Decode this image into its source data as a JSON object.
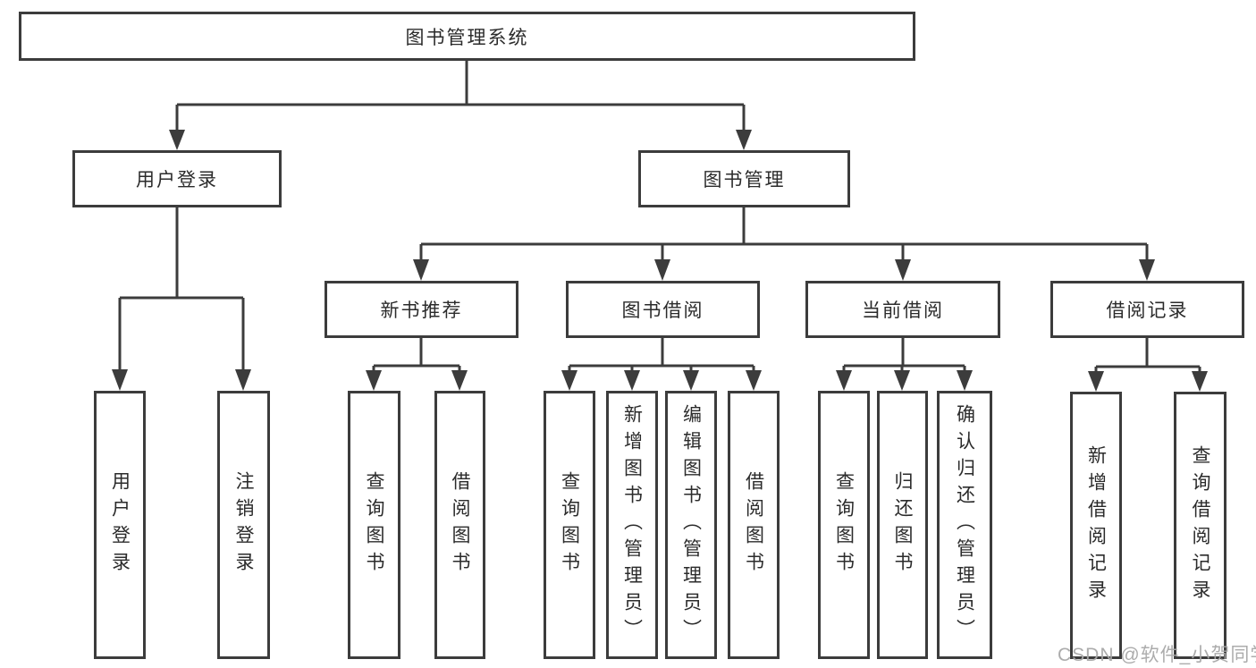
{
  "diagram": {
    "root": {
      "label": "图书管理系统"
    },
    "level2": [
      {
        "label": "用户登录"
      },
      {
        "label": "图书管理"
      }
    ],
    "level3": [
      {
        "label": "新书推荐"
      },
      {
        "label": "图书借阅"
      },
      {
        "label": "当前借阅"
      },
      {
        "label": "借阅记录"
      }
    ],
    "leaves": {
      "user": [
        "用户登录",
        "注销登录"
      ],
      "recommend": [
        "查询图书",
        "借阅图书"
      ],
      "borrow": [
        "查询图书",
        "新增图书（管理员）",
        "编辑图书（管理员）",
        "借阅图书"
      ],
      "current": [
        "查询图书",
        "归还图书",
        "确认归还（管理员）"
      ],
      "records": [
        "新增借阅记录",
        "查询借阅记录"
      ]
    }
  },
  "watermark": {
    "text": "CSDN @软件_小贺同学"
  },
  "colors": {
    "line": "#3c3c3c",
    "text": "#2b2b2b",
    "watermark": "#a8a8a8",
    "background": "#ffffff"
  }
}
